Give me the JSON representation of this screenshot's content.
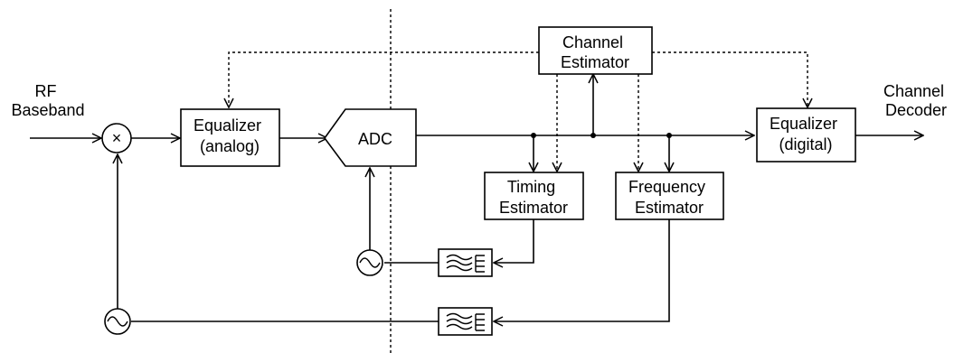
{
  "diagram": {
    "input_label": [
      "RF",
      "Baseband"
    ],
    "output_label": [
      "Channel",
      "Decoder"
    ],
    "mixer_symbol": "×",
    "blocks": {
      "equalizer_analog": [
        "Equalizer",
        "(analog)"
      ],
      "adc": "ADC",
      "channel_estimator": [
        "Channel",
        "Estimator"
      ],
      "timing_estimator": [
        "Timing",
        "Estimator"
      ],
      "frequency_estimator": [
        "Frequency",
        "Estimator"
      ],
      "equalizer_digital": [
        "Equalizer",
        "(digital)"
      ]
    },
    "icons": {
      "oscillator": "oscillator-icon",
      "filter": "lowpass-filter-icon",
      "mixer": "mixer-icon"
    }
  }
}
